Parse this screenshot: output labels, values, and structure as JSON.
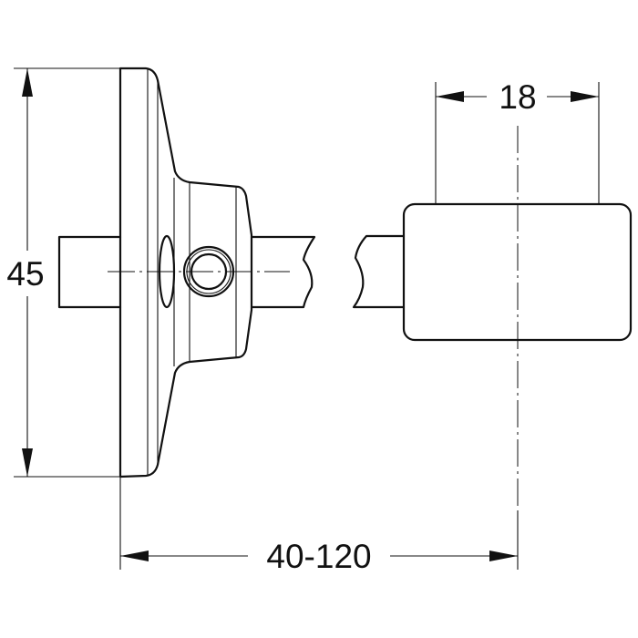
{
  "drawing": {
    "type": "technical-dimension-drawing",
    "views": [
      "side-view",
      "end-view"
    ],
    "dimensions": {
      "height": {
        "label": "45"
      },
      "knob_width": {
        "label": "18"
      },
      "projection": {
        "label": "40-120"
      }
    },
    "line_color": "#111111",
    "background": "#ffffff"
  }
}
